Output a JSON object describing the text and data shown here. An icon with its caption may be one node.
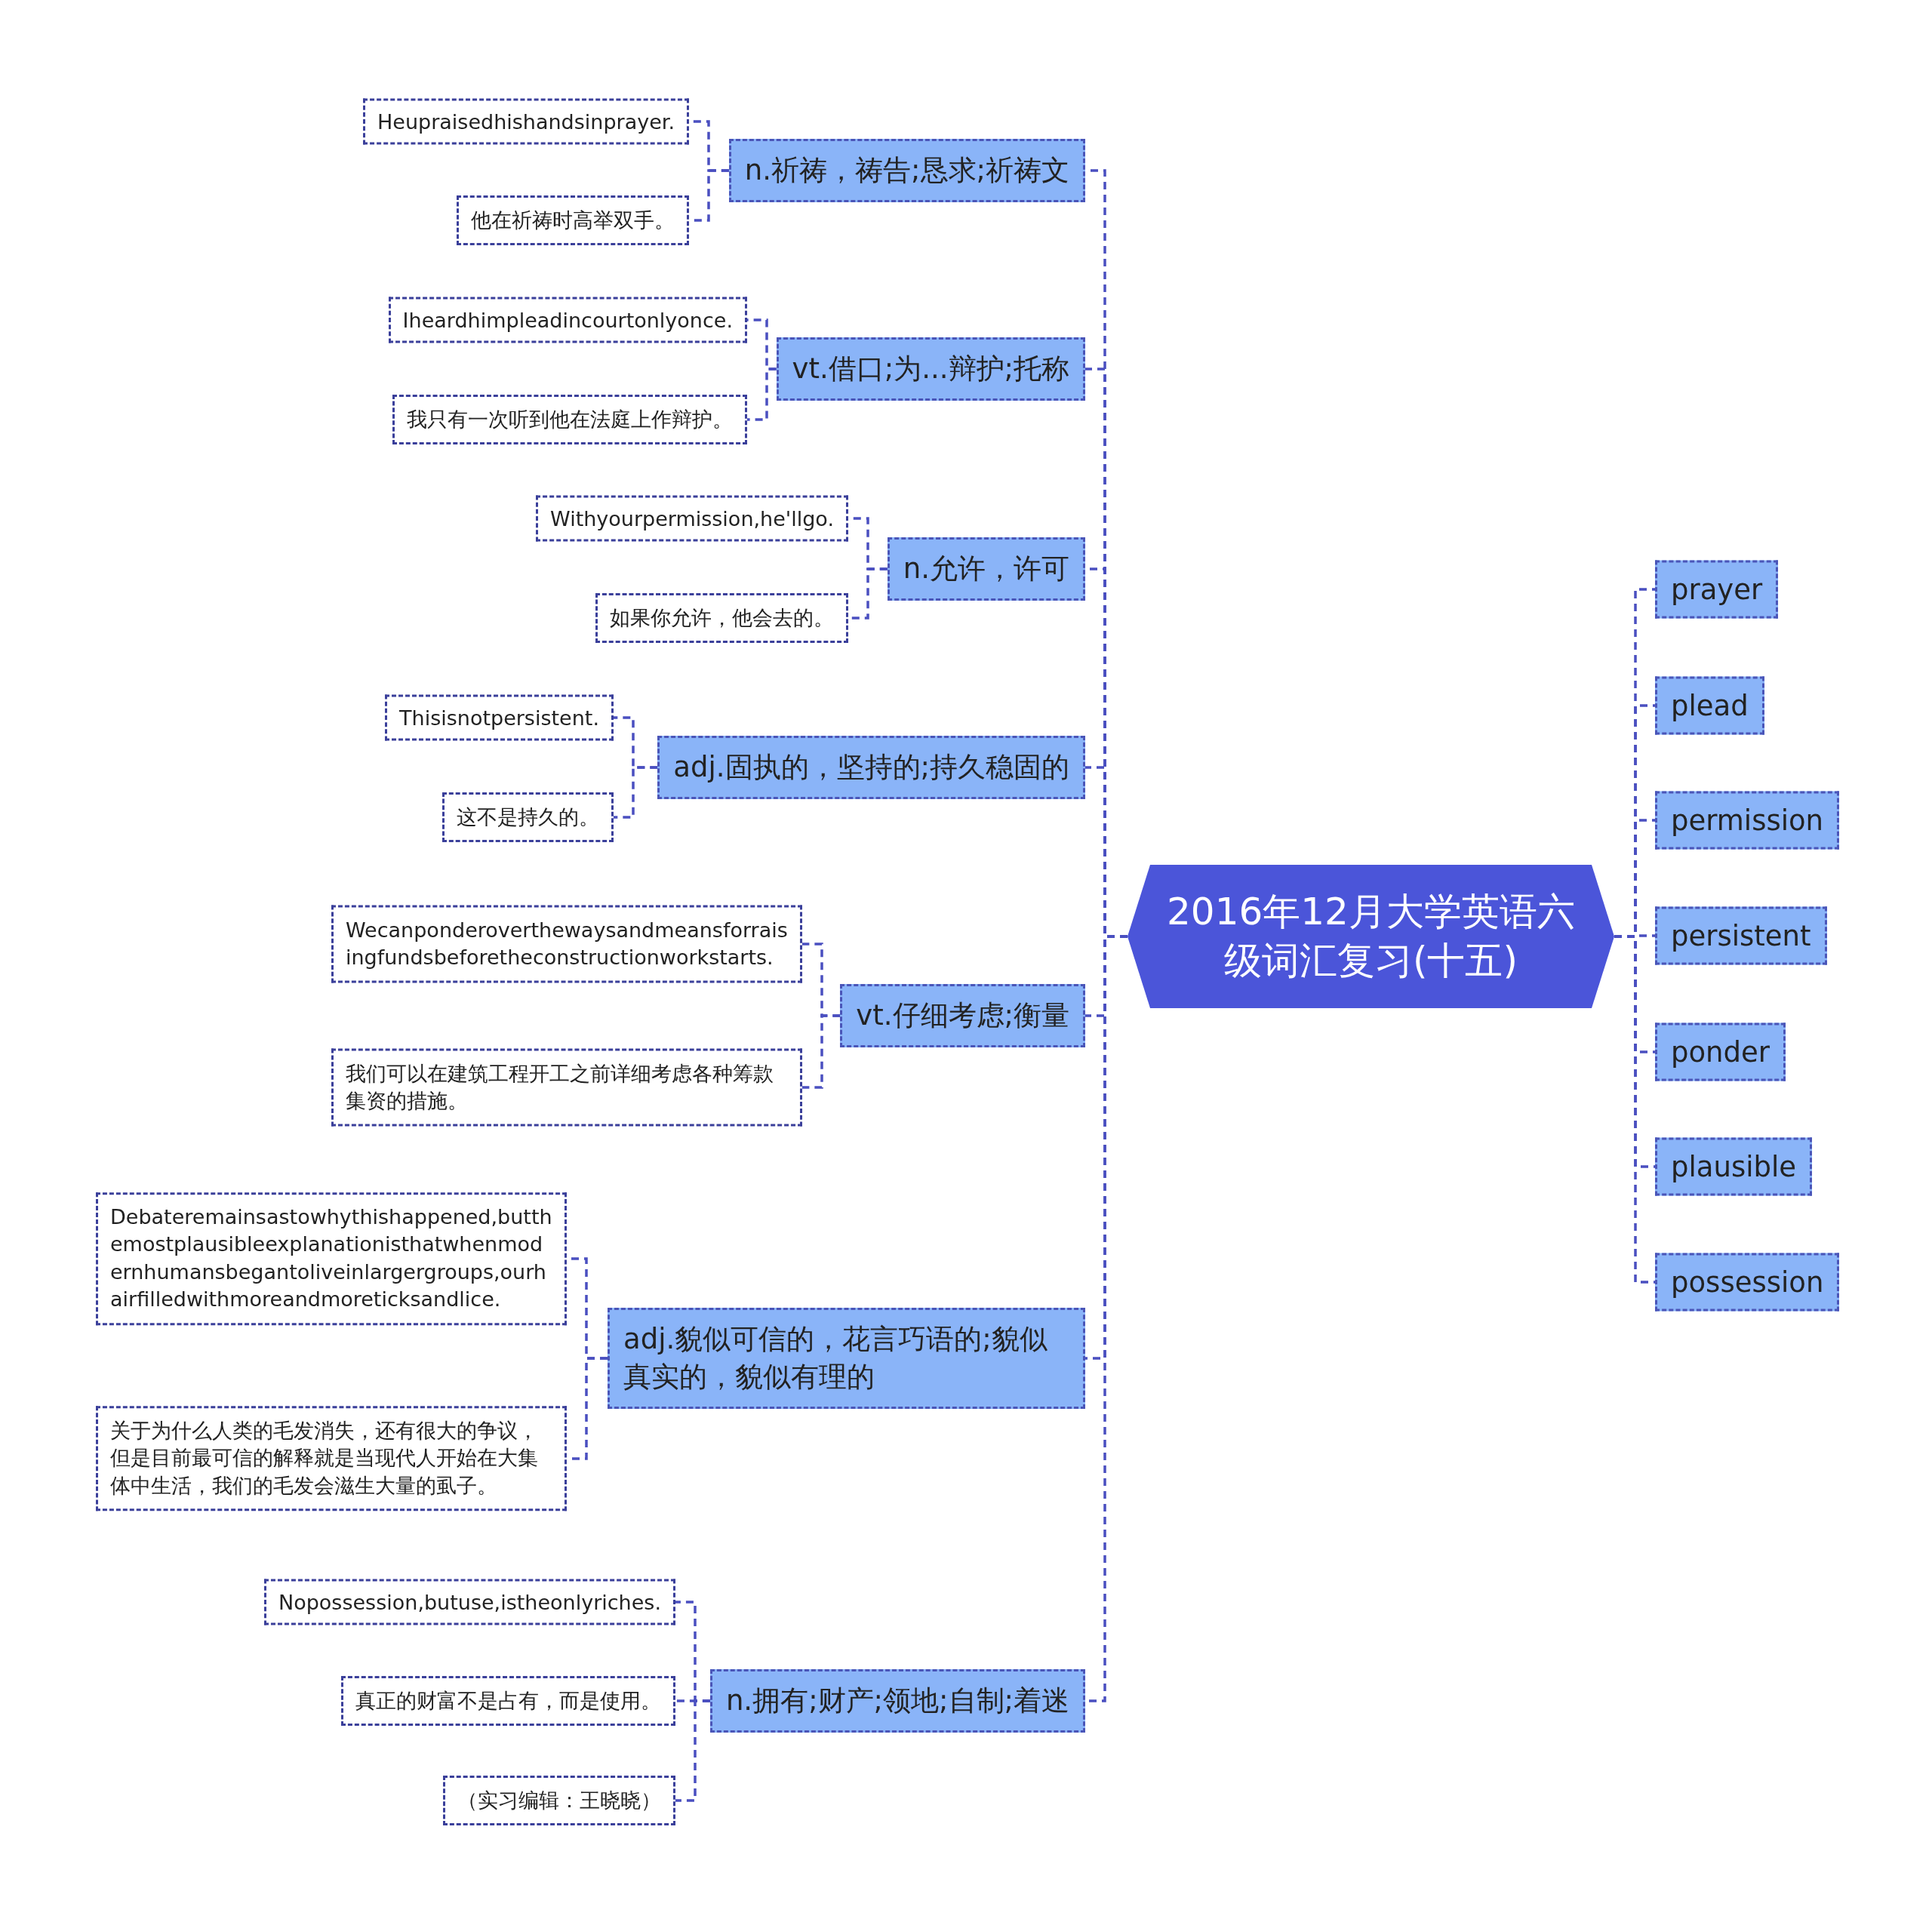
{
  "diagram": {
    "nodes": [
      {
        "text": [
          "2016年12月大学英语六级词汇复习(十五)"
        ]
      },
      {
        "text": [
          "n.祈祷，祷告;恳求;祈祷文"
        ]
      },
      {
        "text": [
          "Heupraisedhishandsinprayer."
        ]
      },
      {
        "text": [
          "他在祈祷时高举双手。"
        ]
      },
      {
        "text": [
          "vt.借口;为...辩护;托称"
        ]
      },
      {
        "text": [
          "Iheardhimpleadincourtonlyonce."
        ]
      },
      {
        "text": [
          "我只有一次听到他在法庭上作辩护。"
        ]
      },
      {
        "text": [
          "n.允许，许可"
        ]
      },
      {
        "text": [
          "Withyourpermission,he'llgo."
        ]
      },
      {
        "text": [
          "如果你允许，他会去的。"
        ]
      },
      {
        "text": [
          "adj.固执的，坚持的;持久稳固的"
        ]
      },
      {
        "text": [
          "Thisisnotpersistent."
        ]
      },
      {
        "text": [
          "这不是持久的。"
        ]
      },
      {
        "text": [
          "vt.仔细考虑;衡量"
        ]
      },
      {
        "text": [
          "Wecanponderoverthewaysandmeansforraisingfundsbeforetheconstructionworkstarts."
        ]
      },
      {
        "text": [
          "我们可以在建筑工程开工之前详细考虑各种筹款集资的措施。"
        ]
      },
      {
        "text": [
          "adj.貌似可信的，花言巧语的;貌似真实的，貌似有理的"
        ]
      },
      {
        "text": [
          "Debateremainsastowhythishappened,butthemostplausibleexplanationisthatwhenmodernhumansbegantoliveinlargergroups,ourhairfilledwithmoreandmoreticksandlice."
        ]
      },
      {
        "text": [
          "关于为什么人类的毛发消失，还有很大的争议，但是目前最可信的解释就是当现代人开始在大集体中生活，我们的毛发会滋生大量的虱子。"
        ]
      },
      {
        "text": [
          "n.拥有;财产;领地;自制;着迷"
        ]
      },
      {
        "text": [
          "Nopossession,butuse,istheonlyriches."
        ]
      },
      {
        "text": [
          "真正的财富不是占有，而是使用。"
        ]
      },
      {
        "text": [
          "（实习编辑：王晓晓）"
        ]
      },
      {
        "text": [
          "prayer"
        ]
      },
      {
        "text": [
          "plead"
        ]
      },
      {
        "text": [
          "permission"
        ]
      },
      {
        "text": [
          "persistent"
        ]
      },
      {
        "text": [
          "ponder"
        ]
      },
      {
        "text": [
          "plausible"
        ]
      },
      {
        "text": [
          "possession"
        ]
      }
    ],
    "edges": [
      {
        "from": 0,
        "to": 1,
        "arrow": "none"
      },
      {
        "from": 1,
        "to": 2,
        "arrow": "none"
      },
      {
        "from": 1,
        "to": 3,
        "arrow": "none"
      },
      {
        "from": 0,
        "to": 4,
        "arrow": "none"
      },
      {
        "from": 4,
        "to": 5,
        "arrow": "none"
      },
      {
        "from": 4,
        "to": 6,
        "arrow": "none"
      },
      {
        "from": 0,
        "to": 7,
        "arrow": "none"
      },
      {
        "from": 7,
        "to": 8,
        "arrow": "none"
      },
      {
        "from": 7,
        "to": 9,
        "arrow": "none"
      },
      {
        "from": 0,
        "to": 10,
        "arrow": "none"
      },
      {
        "from": 10,
        "to": 11,
        "arrow": "none"
      },
      {
        "from": 10,
        "to": 12,
        "arrow": "none"
      },
      {
        "from": 0,
        "to": 13,
        "arrow": "none"
      },
      {
        "from": 13,
        "to": 14,
        "arrow": "none"
      },
      {
        "from": 13,
        "to": 15,
        "arrow": "none"
      },
      {
        "from": 0,
        "to": 16,
        "arrow": "none"
      },
      {
        "from": 16,
        "to": 17,
        "arrow": "none"
      },
      {
        "from": 16,
        "to": 18,
        "arrow": "none"
      },
      {
        "from": 0,
        "to": 19,
        "arrow": "none"
      },
      {
        "from": 19,
        "to": 20,
        "arrow": "none"
      },
      {
        "from": 19,
        "to": 21,
        "arrow": "none"
      },
      {
        "from": 19,
        "to": 22,
        "arrow": "none"
      },
      {
        "from": 0,
        "to": 23,
        "arrow": "none"
      },
      {
        "from": 0,
        "to": 24,
        "arrow": "none"
      },
      {
        "from": 0,
        "to": 25,
        "arrow": "none"
      },
      {
        "from": 0,
        "to": 26,
        "arrow": "none"
      },
      {
        "from": 0,
        "to": 27,
        "arrow": "none"
      },
      {
        "from": 0,
        "to": 28,
        "arrow": "none"
      },
      {
        "from": 0,
        "to": 29,
        "arrow": "none"
      }
    ]
  }
}
